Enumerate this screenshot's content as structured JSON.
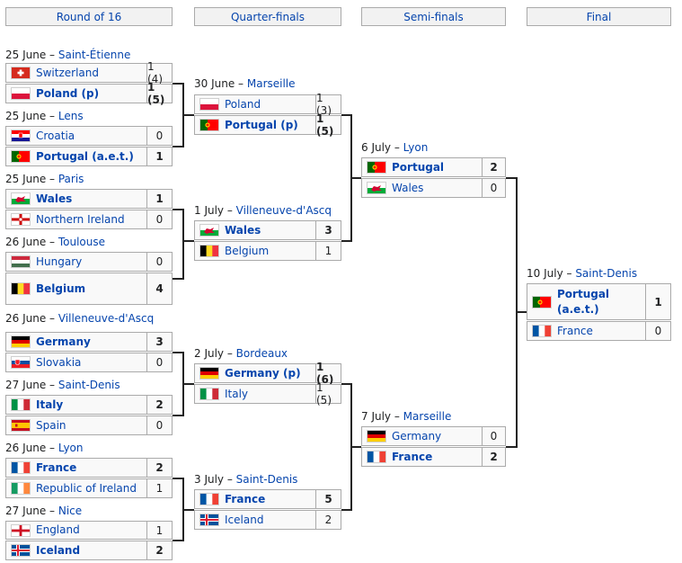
{
  "headers": [
    "Round of 16",
    "Quarter-finals",
    "Semi-finals",
    "Final"
  ],
  "matches": [
    {
      "id": "r16_1",
      "date": "25 June",
      "venue": "Saint-Étienne",
      "rows": [
        {
          "team": "Switzerland",
          "flag": "switzerland",
          "score": "1 (4)",
          "win": false
        },
        {
          "team": "Poland (p)",
          "flag": "poland",
          "score": "1 (5)",
          "win": true
        }
      ]
    },
    {
      "id": "r16_2",
      "date": "25 June",
      "venue": "Lens",
      "rows": [
        {
          "team": "Croatia",
          "flag": "croatia",
          "score": "0",
          "win": false
        },
        {
          "team": "Portugal (a.e.t.)",
          "flag": "portugal",
          "score": "1",
          "win": true
        }
      ]
    },
    {
      "id": "r16_3",
      "date": "25 June",
      "venue": "Paris",
      "rows": [
        {
          "team": "Wales",
          "flag": "wales",
          "score": "1",
          "win": true
        },
        {
          "team": "Northern Ireland",
          "flag": "northern-ireland",
          "score": "0",
          "win": false
        }
      ]
    },
    {
      "id": "r16_4",
      "date": "26 June",
      "venue": "Toulouse",
      "rows": [
        {
          "team": "Hungary",
          "flag": "hungary",
          "score": "0",
          "win": false
        },
        {
          "team": "Belgium",
          "flag": "belgium",
          "score": "4",
          "win": true
        }
      ]
    },
    {
      "id": "r16_5",
      "date": "26 June",
      "venue": "Villeneuve-d'Ascq",
      "rows": [
        {
          "team": "Germany",
          "flag": "germany",
          "score": "3",
          "win": true
        },
        {
          "team": "Slovakia",
          "flag": "slovakia",
          "score": "0",
          "win": false
        }
      ]
    },
    {
      "id": "r16_6",
      "date": "27 June",
      "venue": "Saint-Denis",
      "rows": [
        {
          "team": "Italy",
          "flag": "italy",
          "score": "2",
          "win": true
        },
        {
          "team": "Spain",
          "flag": "spain",
          "score": "0",
          "win": false
        }
      ]
    },
    {
      "id": "r16_7",
      "date": "26 June",
      "venue": "Lyon",
      "rows": [
        {
          "team": "France",
          "flag": "france",
          "score": "2",
          "win": true
        },
        {
          "team": "Republic of Ireland",
          "flag": "ireland",
          "score": "1",
          "win": false
        }
      ]
    },
    {
      "id": "r16_8",
      "date": "27 June",
      "venue": "Nice",
      "rows": [
        {
          "team": "England",
          "flag": "england",
          "score": "1",
          "win": false
        },
        {
          "team": "Iceland",
          "flag": "iceland",
          "score": "2",
          "win": true
        }
      ]
    },
    {
      "id": "qf_1",
      "date": "30 June",
      "venue": "Marseille",
      "rows": [
        {
          "team": "Poland",
          "flag": "poland",
          "score": "1 (3)",
          "win": false
        },
        {
          "team": "Portugal (p)",
          "flag": "portugal",
          "score": "1 (5)",
          "win": true
        }
      ]
    },
    {
      "id": "qf_2",
      "date": "1 July",
      "venue": "Villeneuve-d'Ascq",
      "rows": [
        {
          "team": "Wales",
          "flag": "wales",
          "score": "3",
          "win": true
        },
        {
          "team": "Belgium",
          "flag": "belgium",
          "score": "1",
          "win": false
        }
      ]
    },
    {
      "id": "qf_3",
      "date": "2 July",
      "venue": "Bordeaux",
      "rows": [
        {
          "team": "Germany (p)",
          "flag": "germany",
          "score": "1 (6)",
          "win": true
        },
        {
          "team": "Italy",
          "flag": "italy",
          "score": "1 (5)",
          "win": false
        }
      ]
    },
    {
      "id": "qf_4",
      "date": "3 July",
      "venue": "Saint-Denis",
      "rows": [
        {
          "team": "France",
          "flag": "france",
          "score": "5",
          "win": true
        },
        {
          "team": "Iceland",
          "flag": "iceland",
          "score": "2",
          "win": false
        }
      ]
    },
    {
      "id": "sf_1",
      "date": "6 July",
      "venue": "Lyon",
      "rows": [
        {
          "team": "Portugal",
          "flag": "portugal",
          "score": "2",
          "win": true
        },
        {
          "team": "Wales",
          "flag": "wales",
          "score": "0",
          "win": false
        }
      ]
    },
    {
      "id": "sf_2",
      "date": "7 July",
      "venue": "Marseille",
      "rows": [
        {
          "team": "Germany",
          "flag": "germany",
          "score": "0",
          "win": false
        },
        {
          "team": "France",
          "flag": "france",
          "score": "2",
          "win": true
        }
      ]
    },
    {
      "id": "final",
      "date": "10 July",
      "venue": "Saint-Denis",
      "rows": [
        {
          "team": "Portugal (a.e.t.)",
          "flag": "portugal",
          "score": "1",
          "win": true
        },
        {
          "team": "France",
          "flag": "france",
          "score": "0",
          "win": false
        }
      ]
    }
  ]
}
